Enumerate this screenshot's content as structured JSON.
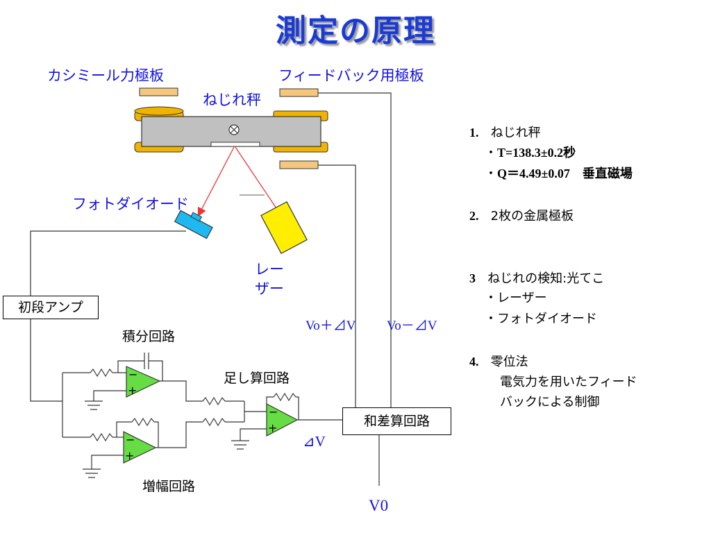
{
  "title": "測定の原理",
  "labels": {
    "casimir_plate": "カシミール力極板",
    "feedback_plate": "フィードバック用極板",
    "torsion_balance": "ねじれ秤",
    "photodiode": "フォトダイオード",
    "laser_line1": "レー",
    "laser_line2": "ザー",
    "preamp": "初段アンプ",
    "integrator": "積分回路",
    "adder": "足し算回路",
    "amplifier": "増幅回路",
    "sum_diff": "和差算回路",
    "vo_plus": "Vo＋⊿V",
    "vo_minus": "Vo－⊿V",
    "delta_v": "⊿V",
    "v0": "V0"
  },
  "notes": [
    {
      "num": "1.",
      "text": "ねじれ秤"
    },
    {
      "bullet": "・",
      "text": "T=138.3±0.2秒"
    },
    {
      "bullet": "・",
      "text": "Q＝4.49±0.07　垂直磁場"
    },
    {
      "num": "2.",
      "text": "2枚の金属極板"
    },
    {
      "num": "3",
      "text": "ねじれの検知:光てこ"
    },
    {
      "bullet": "・",
      "text": "レーザー"
    },
    {
      "bullet": "・",
      "text": "フォトダイオード"
    },
    {
      "num": "4.",
      "text": "零位法"
    },
    {
      "text": "電気力を用いたフィード"
    },
    {
      "text": "バックによる制御"
    }
  ],
  "colors": {
    "title": "#1a3ad8",
    "label_blue": "#1010e0",
    "plate": "#f5c77c",
    "rotor_gold": "#f0b400",
    "rotor_body": "#c0c0c0",
    "photodiode": "#1fb8f0",
    "laser": "#ffee00",
    "opamp": "#66dd44",
    "beam": "#ee3333"
  }
}
